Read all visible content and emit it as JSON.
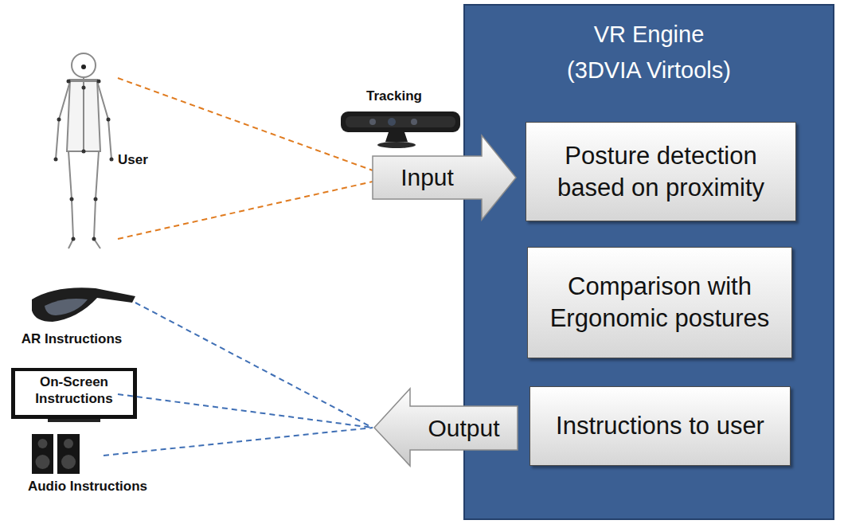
{
  "diagram": {
    "nodes": [
      {
        "text": [
          "VR Engine (3DVIA Virtools)"
        ]
      },
      {
        "text": [
          "Posture detection based on proximity"
        ],
        "in": 0
      },
      {
        "text": [
          "Comparison with Ergonomic postures"
        ],
        "in": 0
      },
      {
        "text": [
          "Instructions to user"
        ],
        "in": 0
      },
      {
        "text": [
          "Input"
        ]
      },
      {
        "text": [
          "Output"
        ]
      }
    ],
    "labels": [
      "Tracking",
      "User",
      "AR Instructions",
      "On-Screen Instructions",
      "Audio Instructions"
    ]
  }
}
